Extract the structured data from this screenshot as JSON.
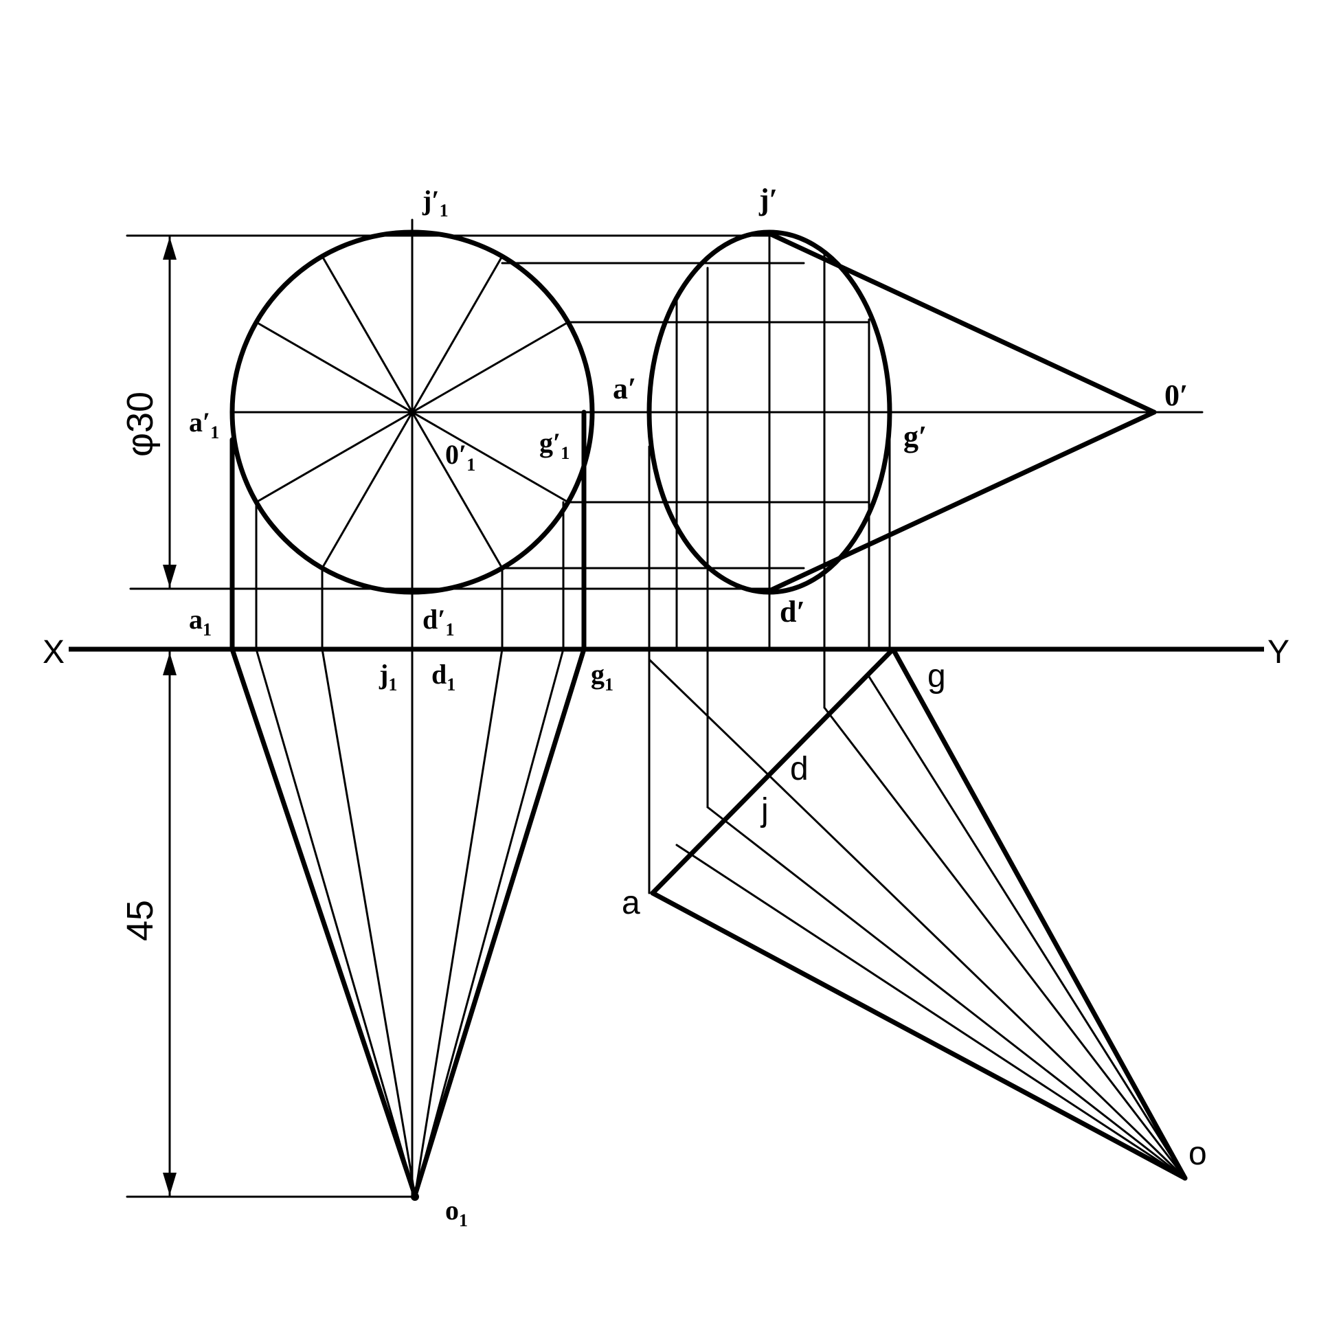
{
  "labels": {
    "X": "X",
    "Y": "Y",
    "dim_diameter": "φ30",
    "dim_height": "45",
    "j1p": "j′",
    "j1p_sub": "1",
    "a1p": "a′",
    "a1p_sub": "1",
    "g1p": "g′",
    "g1p_sub": "1",
    "o1p": "0′",
    "o1p_sub": "1",
    "d1p": "d′",
    "d1p_sub": "1",
    "a1": "a",
    "a1_sub": "1",
    "j1": "j",
    "j1_sub": "1",
    "d1": "d",
    "d1_sub": "1",
    "g1": "g",
    "g1_sub": "1",
    "o1": "o",
    "o1_sub": "1",
    "jp": "j′",
    "ap": "a′",
    "op": "0′",
    "gp": "g′",
    "dp": "d′",
    "g": "g",
    "d": "d",
    "j": "j",
    "a": "a",
    "o": "o"
  }
}
